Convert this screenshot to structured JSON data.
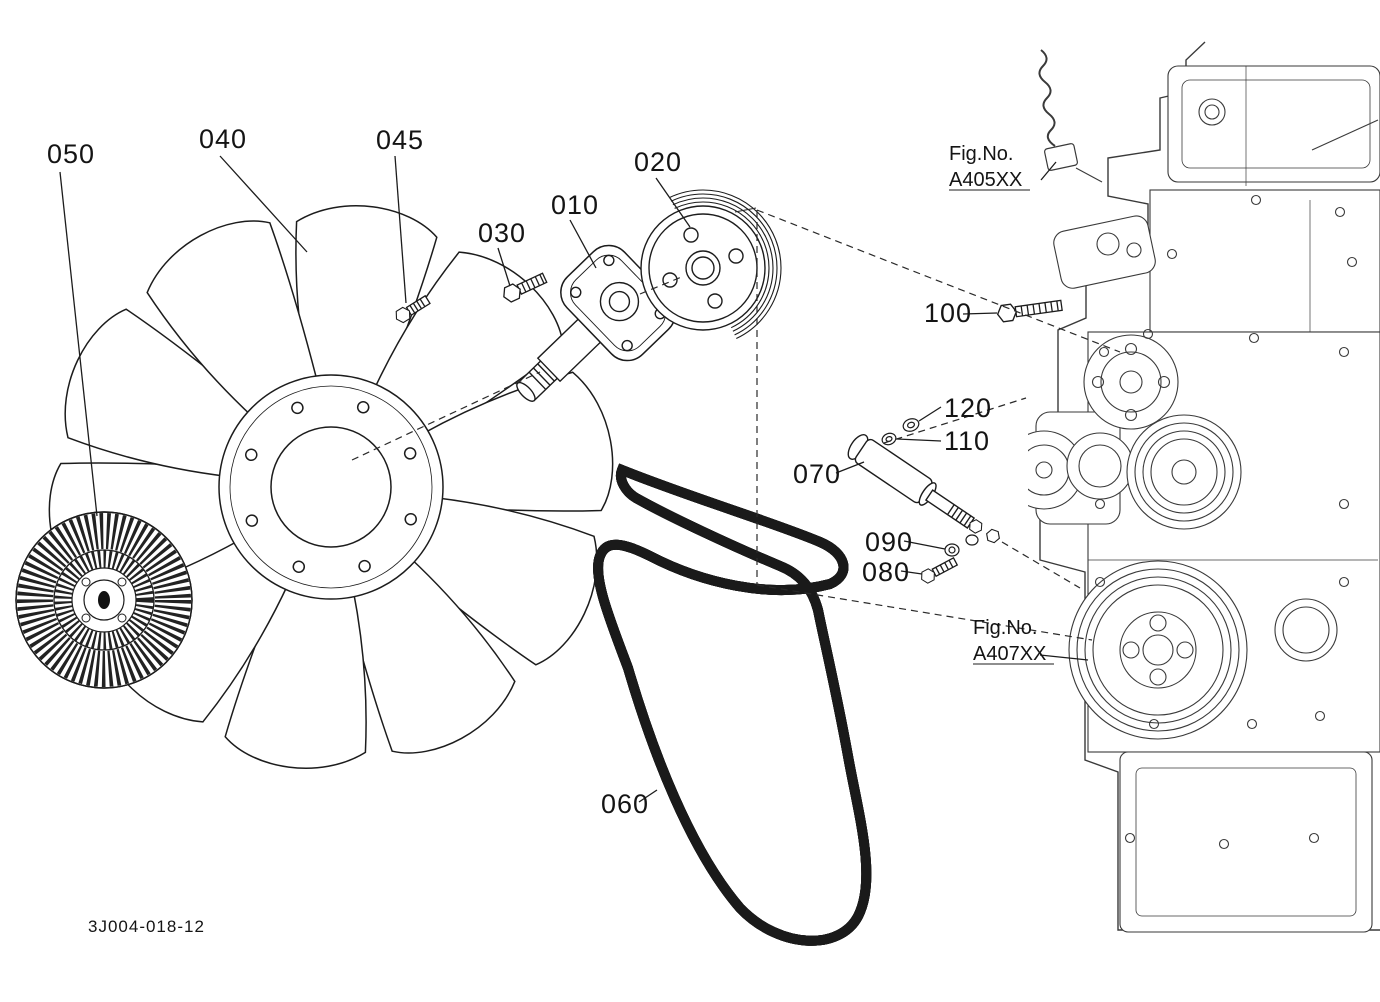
{
  "colors": {
    "ink": "#1c1c1c",
    "engine_ink": "#3a3a3a",
    "background": "#ffffff"
  },
  "callouts": {
    "c050": "050",
    "c040": "040",
    "c045": "045",
    "c030": "030",
    "c010": "010",
    "c020": "020",
    "c100": "100",
    "c120": "120",
    "c110": "110",
    "c070": "070",
    "c090": "090",
    "c080": "080",
    "c060": "060"
  },
  "fig_refs": {
    "a405": {
      "prefix": "Fig.No.",
      "code": "A405XX"
    },
    "a407": {
      "prefix": "Fig.No.",
      "code": "A407XX"
    }
  },
  "drawing_number": "3J004-018-12"
}
